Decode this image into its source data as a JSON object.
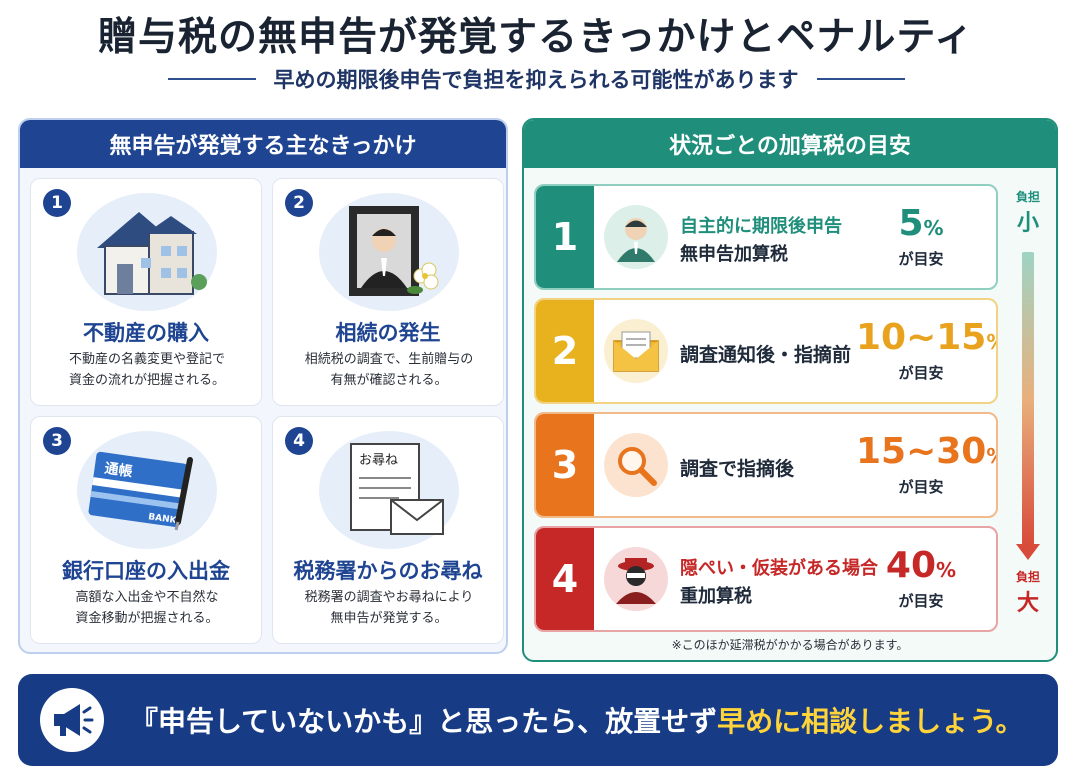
{
  "header": {
    "title": "贈与税の無申告が発覚するきっかけとペナルティ",
    "subtitle": "早めの期限後申告で負担を抑えられる可能性があります"
  },
  "left": {
    "heading": "無申告が発覚する主なきっかけ",
    "cards": [
      {
        "num": "1",
        "title": "不動産の購入",
        "desc1": "不動産の名義変更や登記で",
        "desc2": "資金の流れが把握される。",
        "icon": "house-icon"
      },
      {
        "num": "2",
        "title": "相続の発生",
        "desc1": "相続税の調査で、生前贈与の",
        "desc2": "有無が確認される。",
        "icon": "memorial-portrait-icon"
      },
      {
        "num": "3",
        "title": "銀行口座の入出金",
        "desc1": "高額な入出金や不自然な",
        "desc2": "資金移動が把握される。",
        "icon": "bankbook-icon",
        "book_label": "通帳",
        "book_bank": "BANK"
      },
      {
        "num": "4",
        "title": "税務署からのお尋ね",
        "desc1": "税務署の調査やお尋ねにより",
        "desc2": "無申告が発覚する。",
        "icon": "inquiry-letter-icon",
        "letter_label": "お尋ね"
      }
    ]
  },
  "right": {
    "heading": "状況ごとの加算税の目安",
    "rows": [
      {
        "num": "1",
        "line1": "自主的に期限後申告",
        "line2": "無申告加算税",
        "rate": "5",
        "unit": "%",
        "meyasu": "が目安",
        "color": "#1f8f7c",
        "icon": "person-icon"
      },
      {
        "num": "2",
        "line1": "調査通知後・指摘前",
        "rate": "10~15",
        "unit": "%",
        "meyasu": "が目安",
        "color": "#e8b21e",
        "icon": "envelope-icon"
      },
      {
        "num": "3",
        "line1": "調査で指摘後",
        "rate": "15~30",
        "unit": "%",
        "meyasu": "が目安",
        "color": "#e8741e",
        "icon": "magnifier-icon"
      },
      {
        "num": "4",
        "line1": "隠ぺい・仮装がある場合",
        "line2": "重加算税",
        "rate": "40",
        "unit": "%",
        "meyasu": "が目安",
        "color": "#c62828",
        "icon": "masked-person-icon"
      }
    ],
    "gauge": {
      "top_small": "負担",
      "top_big": "小",
      "bottom_small": "負担",
      "bottom_big": "大"
    },
    "note": "※このほか延滞税がかかる場合があります。"
  },
  "banner": {
    "text_main": "『申告していないかも』と思ったら、放置せず",
    "text_highlight": "早めに相談しましょう。",
    "icon": "megaphone-icon"
  },
  "colors": {
    "navy": "#1f4592",
    "teal": "#1f8f7c",
    "yellow": "#e8b21e",
    "orange": "#e8741e",
    "red": "#c62828",
    "highlight": "#ffd43b"
  }
}
